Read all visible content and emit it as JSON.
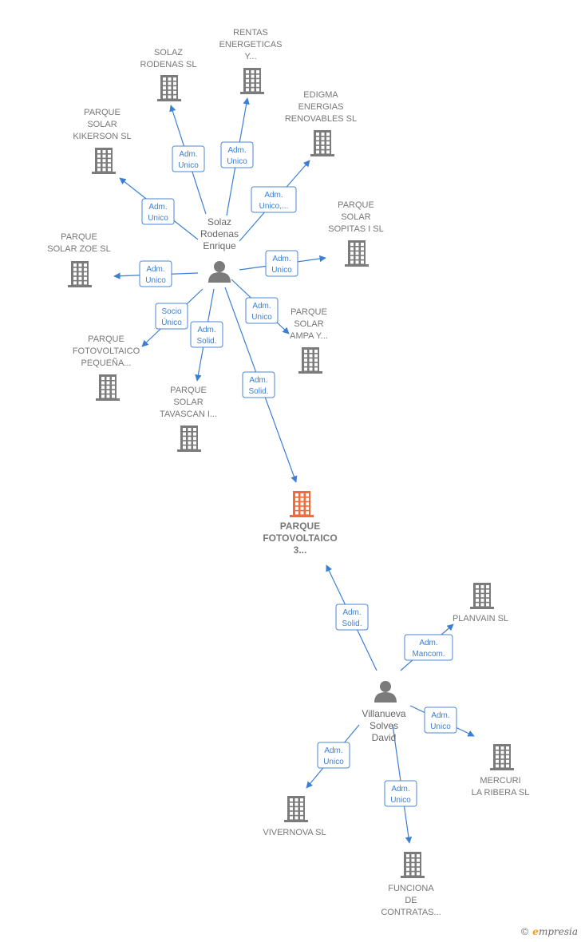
{
  "colors": {
    "company": "#7b7b7b",
    "main_company": "#f26b3a",
    "person": "#7b7b7b",
    "edge": "#3b7fd4"
  },
  "persons": [
    {
      "id": "solaz",
      "label": [
        "Solaz",
        "Rodenas",
        "Enrique"
      ],
      "icon": "person-icon"
    },
    {
      "id": "villanueva",
      "label": [
        "Villanueva",
        "Solves",
        "David"
      ],
      "icon": "person-icon"
    }
  ],
  "companies": [
    {
      "id": "solaz-rodenas",
      "label": [
        "SOLAZ",
        "RODENAS SL"
      ],
      "icon": "building-icon"
    },
    {
      "id": "rentas",
      "label": [
        "RENTAS",
        "ENERGETICAS",
        "Y..."
      ],
      "icon": "building-icon"
    },
    {
      "id": "edigma",
      "label": [
        "EDIGMA",
        "ENERGIAS",
        "RENOVABLES SL"
      ],
      "icon": "building-icon"
    },
    {
      "id": "kikerson",
      "label": [
        "PARQUE",
        "SOLAR",
        "KIKERSON  SL"
      ],
      "icon": "building-icon"
    },
    {
      "id": "sopitas",
      "label": [
        "PARQUE",
        "SOLAR",
        "SOPITAS I  SL"
      ],
      "icon": "building-icon"
    },
    {
      "id": "zoe",
      "label": [
        "PARQUE",
        "SOLAR ZOE  SL"
      ],
      "icon": "building-icon"
    },
    {
      "id": "ampa",
      "label": [
        "PARQUE",
        "SOLAR",
        "AMPA Y..."
      ],
      "icon": "building-icon"
    },
    {
      "id": "pequena",
      "label": [
        "PARQUE",
        "FOTOVOLTAICO",
        "PEQUEÑA..."
      ],
      "icon": "building-icon"
    },
    {
      "id": "tavascan",
      "label": [
        "PARQUE",
        "SOLAR",
        "TAVASCAN I..."
      ],
      "icon": "building-icon"
    },
    {
      "id": "main",
      "label": [
        "PARQUE",
        "FOTOVOLTAICO",
        "3..."
      ],
      "icon": "building-icon",
      "highlight": true
    },
    {
      "id": "planvain",
      "label": [
        "PLANVAIN  SL"
      ],
      "icon": "building-icon"
    },
    {
      "id": "mercuri",
      "label": [
        "MERCURI",
        "LA RIBERA  SL"
      ],
      "icon": "building-icon"
    },
    {
      "id": "vivernova",
      "label": [
        "VIVERNOVA  SL"
      ],
      "icon": "building-icon"
    },
    {
      "id": "funciona",
      "label": [
        "FUNCIONA",
        "DE",
        "CONTRATAS..."
      ],
      "icon": "building-icon"
    }
  ],
  "relations": [
    {
      "from": "solaz",
      "to": "solaz-rodenas",
      "label": [
        "Adm.",
        "Unico"
      ]
    },
    {
      "from": "solaz",
      "to": "rentas",
      "label": [
        "Adm.",
        "Unico"
      ]
    },
    {
      "from": "solaz",
      "to": "edigma",
      "label": [
        "Adm.",
        "Unico,..."
      ]
    },
    {
      "from": "solaz",
      "to": "kikerson",
      "label": [
        "Adm.",
        "Unico"
      ]
    },
    {
      "from": "solaz",
      "to": "sopitas",
      "label": [
        "Adm.",
        "Unico"
      ]
    },
    {
      "from": "solaz",
      "to": "zoe",
      "label": [
        "Adm.",
        "Unico"
      ]
    },
    {
      "from": "solaz",
      "to": "ampa",
      "label": [
        "Adm.",
        "Unico"
      ]
    },
    {
      "from": "solaz",
      "to": "pequena",
      "label": [
        "Socio",
        "Único"
      ]
    },
    {
      "from": "solaz",
      "to": "tavascan",
      "label": [
        "Adm.",
        "Solid."
      ]
    },
    {
      "from": "solaz",
      "to": "main",
      "label": [
        "Adm.",
        "Solid."
      ]
    },
    {
      "from": "villanueva",
      "to": "main",
      "label": [
        "Adm.",
        "Solid."
      ]
    },
    {
      "from": "villanueva",
      "to": "planvain",
      "label": [
        "Adm.",
        "Mancom."
      ]
    },
    {
      "from": "villanueva",
      "to": "mercuri",
      "label": [
        "Adm.",
        "Unico"
      ]
    },
    {
      "from": "villanueva",
      "to": "vivernova",
      "label": [
        "Adm.",
        "Unico"
      ]
    },
    {
      "from": "villanueva",
      "to": "funciona",
      "label": [
        "Adm.",
        "Unico"
      ]
    }
  ],
  "credit": {
    "symbol": "©",
    "brand_initial": "e",
    "brand_rest": "mpresia"
  }
}
